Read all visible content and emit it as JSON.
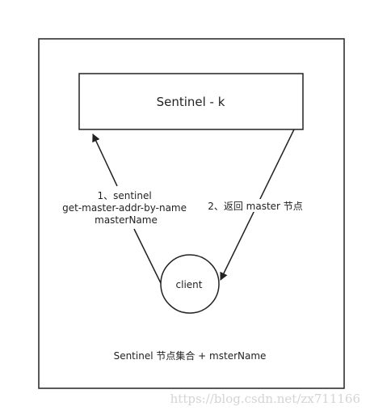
{
  "diagram": {
    "sentinel_box_label": "Sentinel - k",
    "client_label": "client",
    "arrow1_label": [
      "1、sentinel",
      "get-master-addr-by-name",
      "masterName"
    ],
    "arrow2_label": "2、返回 master 节点",
    "bottom_caption": "Sentinel 节点集合 + msterName"
  },
  "watermark": "https://blog.csdn.net/zx711166",
  "colors": {
    "stroke": "#222222",
    "text": "#222222",
    "watermark": "#d4d4d4",
    "background": "#ffffff"
  }
}
